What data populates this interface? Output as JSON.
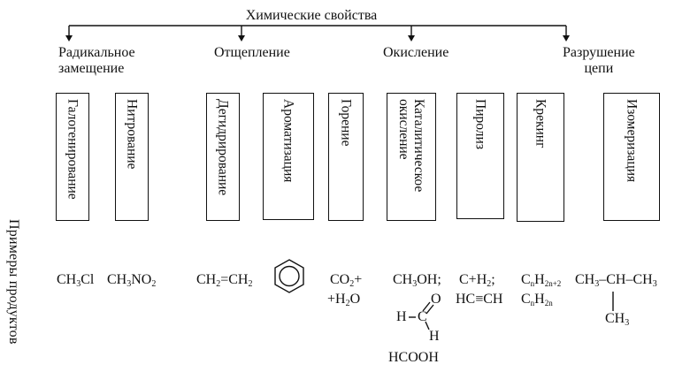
{
  "title": "Химические свойства",
  "categories": {
    "radical": "Радикальное\nзамещение",
    "elimination": "Отщепление",
    "oxidation": "Окисление",
    "destruction": "Разрушение\nцепи"
  },
  "reactions": {
    "halogenation": "Галогенирование",
    "nitration": "Нитрование",
    "dehydrogenation": "Дегидрирование",
    "aromatization": "Ароматизация",
    "combustion": "Горение",
    "catalytic_oxidation": "Каталитическое\nокисление",
    "pyrolysis": "Пиролиз",
    "cracking": "Крекинг",
    "isomerization": "Изомеризация"
  },
  "products_label": "Примеры продуктов",
  "products": {
    "ch3cl": {
      "a": "CH",
      "b": "3",
      "c": "Cl"
    },
    "ch3no2": {
      "a": "CH",
      "b": "3",
      "c": "NO",
      "d": "2"
    },
    "ethene": {
      "a": "CH",
      "b": "2",
      "c": "=CH",
      "d": "2"
    },
    "co2": {
      "a": "CO",
      "b": "2",
      "c": "+"
    },
    "h2o": {
      "a": "+H",
      "b": "2",
      "c": "O"
    },
    "methanol": {
      "a": "CH",
      "b": "3",
      "c": "OH;"
    },
    "formaldehyde": {
      "h_left": "H",
      "c": "C",
      "o": "O",
      "h_bottom": "H"
    },
    "formic_acid": "HCOOH",
    "c_h2": {
      "a": "C+H",
      "b": "2",
      "c": ";"
    },
    "acetylene": "HC≡CH",
    "alkane": {
      "a": "C",
      "b": "n",
      "c": "H",
      "d": "2n+2"
    },
    "alkene": {
      "a": "C",
      "b": "n",
      "c": "H",
      "d": "2n"
    },
    "isobutane_top": {
      "a": "CH",
      "b": "3",
      "c": "–CH–CH",
      "d": "3"
    },
    "isobutane_bottom": {
      "a": "CH",
      "b": "3"
    }
  }
}
